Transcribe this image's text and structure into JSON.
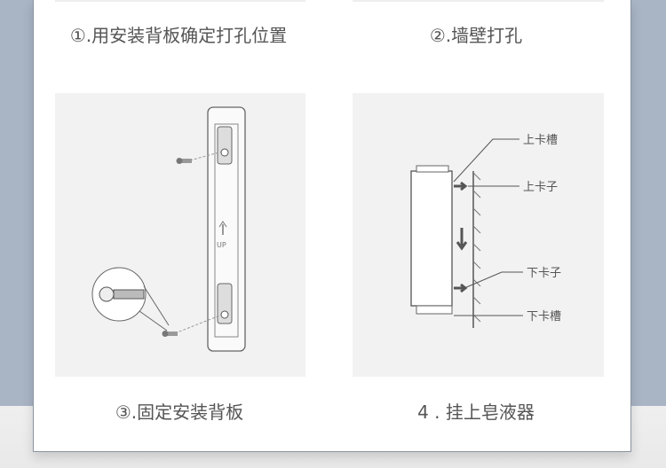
{
  "steps": [
    {
      "caption": "①.用安装背板确定打孔位置"
    },
    {
      "caption": "②.墙壁打孔"
    },
    {
      "caption": "③.固定安装背板"
    },
    {
      "caption": "4 . 挂上皂液器"
    }
  ],
  "diagram3": {
    "arrow_label": "UP"
  },
  "diagram4": {
    "labels": [
      "上卡槽",
      "上卡子",
      "下卡子",
      "下卡槽"
    ]
  }
}
